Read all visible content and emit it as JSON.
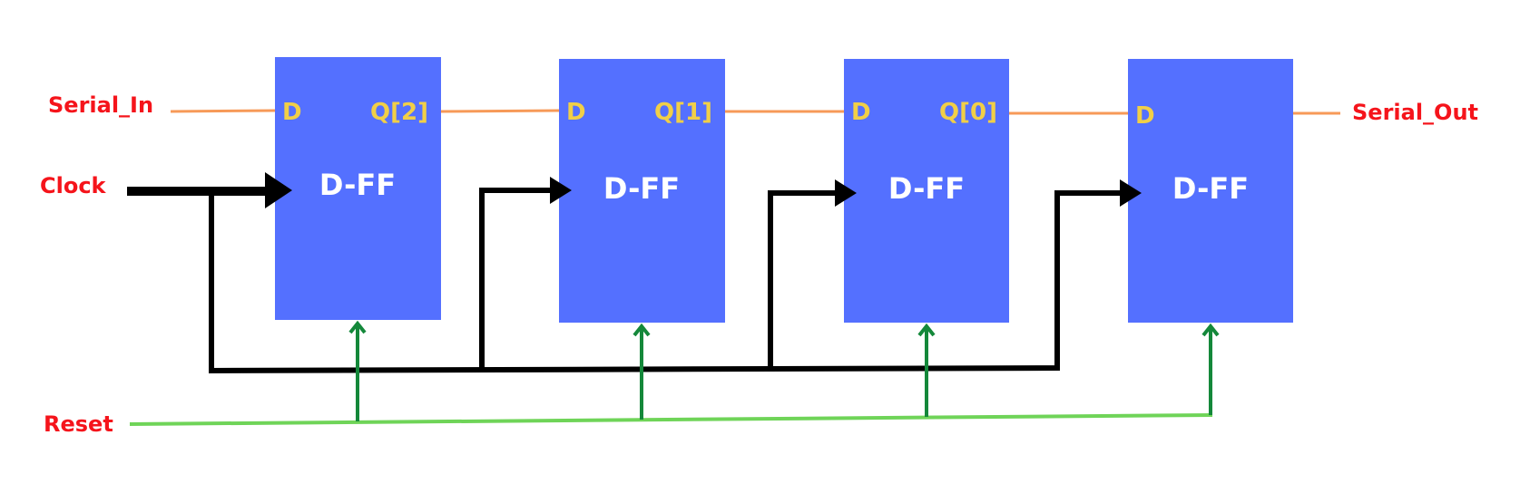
{
  "diagram": {
    "inputs": {
      "serial_in": "Serial_In",
      "clock": "Clock",
      "reset": "Reset"
    },
    "outputs": {
      "serial_out": "Serial_Out"
    },
    "flip_flops": [
      {
        "title": "D-FF",
        "input_pin": "D",
        "output_pin": "Q[2]"
      },
      {
        "title": "D-FF",
        "input_pin": "D",
        "output_pin": "Q[1]"
      },
      {
        "title": "D-FF",
        "input_pin": "D",
        "output_pin": "Q[0]"
      },
      {
        "title": "D-FF",
        "input_pin": "D",
        "output_pin": ""
      }
    ],
    "colors": {
      "flip_flop_fill": "#5470ff",
      "label_red": "#f5141b",
      "pin_yellow": "#f1cf47",
      "serial_wire": "#f79a58",
      "clock_wire": "#000000",
      "reset_wire": "#6fd458",
      "reset_arrow": "#14883a"
    }
  }
}
